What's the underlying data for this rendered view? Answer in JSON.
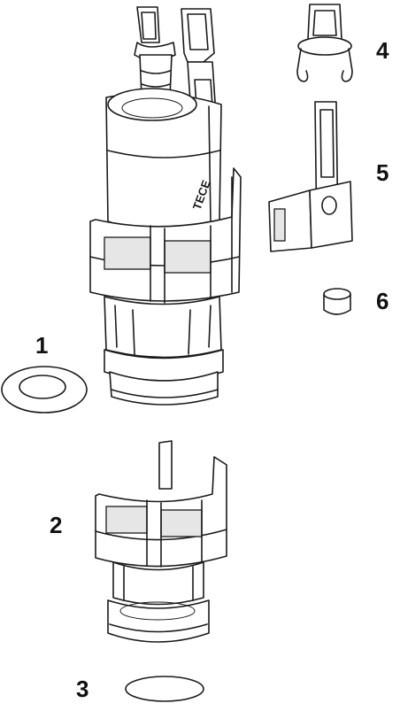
{
  "callouts": {
    "part1": "1",
    "part2": "2",
    "part3": "3",
    "part4": "4",
    "part5": "5",
    "part6": "6"
  },
  "markings": {
    "brand_text": "TECE"
  },
  "colors": {
    "line": "#1a1a1a",
    "background": "#ffffff"
  }
}
